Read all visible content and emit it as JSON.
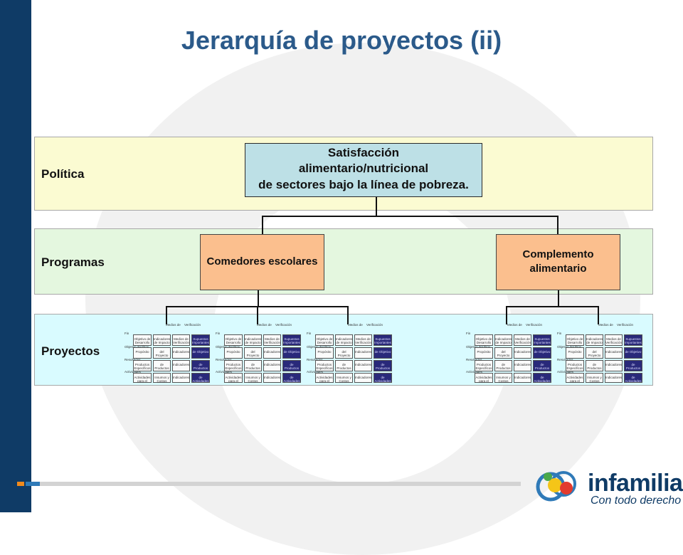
{
  "title": "Jerarquía de proyectos (ii)",
  "levels": {
    "politica": "Política",
    "programas": "Programas",
    "proyectos": "Proyectos"
  },
  "policy_box": {
    "line1": "Satisfacción",
    "line2": "alimentario/nutricional",
    "line3": "de sectores bajo la línea de pobreza."
  },
  "programs": {
    "left": "Comedores escolares",
    "right_line1": "Complemento",
    "right_line2": "alimentario"
  },
  "matrix": {
    "header_left": "Medios de",
    "header_right": "Verificación",
    "row_labels": [
      "Fin",
      "Objetivo del Proy.",
      "Resultados",
      "Actividades"
    ],
    "cells": [
      [
        "Objetivo de Desarrollo",
        "Indicadores de Impacto",
        "Medios de Verificación",
        "Supuestos Importantes"
      ],
      [
        "Propósito",
        "del Proyecto",
        "Indicadores",
        "de Objetivo"
      ],
      [
        "Productos Específicos",
        "de Productos Concretos",
        "Indicadores",
        "de Productos"
      ],
      [
        "Actividades para el Proy.",
        "Insumos y Costos",
        "Indicadores",
        "de Actividades"
      ]
    ]
  },
  "logo": {
    "name": "infamilia",
    "tagline": "Con todo derecho"
  },
  "colors": {
    "sidebar": "#0f3b66",
    "title": "#2b5a8a",
    "band_politica": "#fbfbd2",
    "band_programas": "#e4f7df",
    "band_proyectos": "#d9fbff",
    "policy_box": "#bde0e6",
    "program_box": "#fbbf8e",
    "matrix_dark": "#29297a"
  }
}
